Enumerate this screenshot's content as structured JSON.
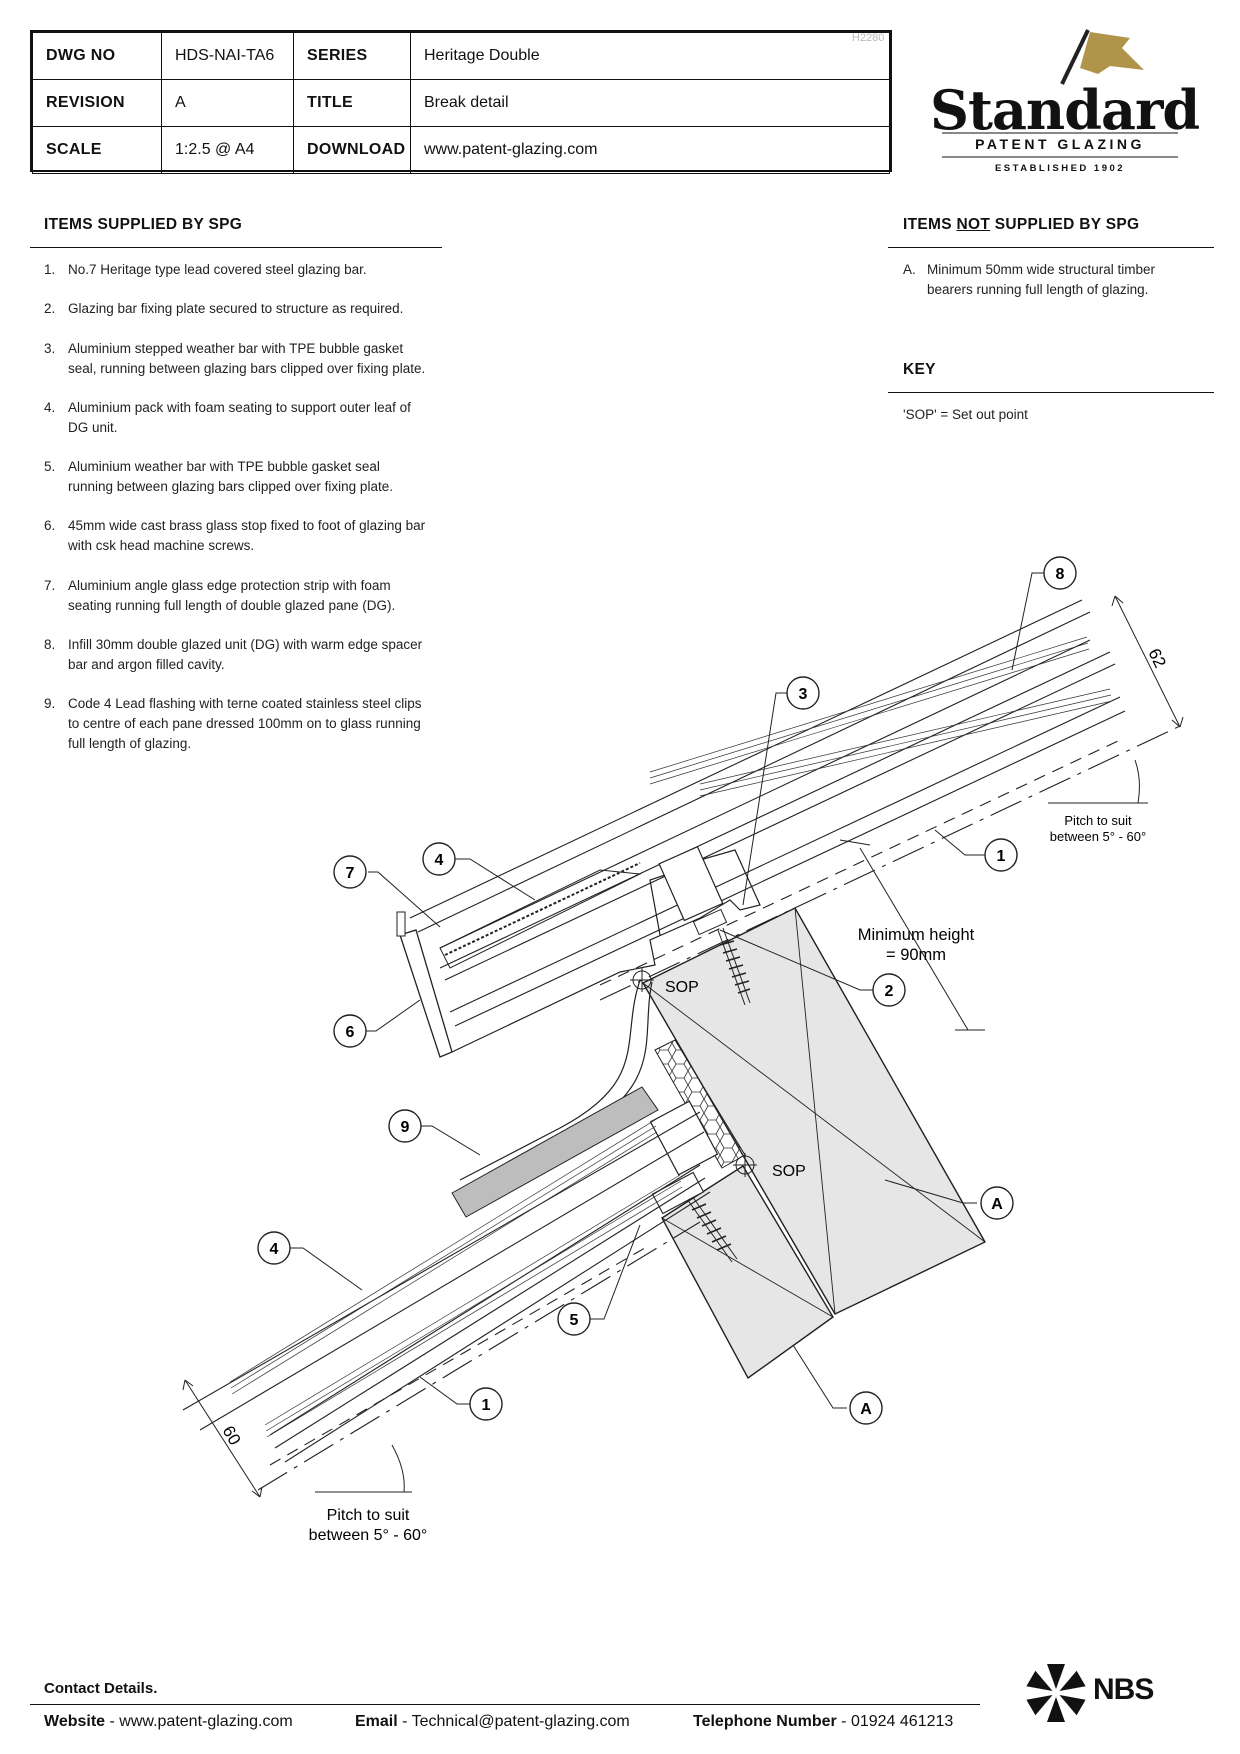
{
  "title_block": {
    "ref": "H2280",
    "rows": [
      {
        "k1": "DWG NO",
        "v1": "HDS-NAI-TA6",
        "k2": "SERIES",
        "v2": "Heritage Double"
      },
      {
        "k1": "REVISION",
        "v1": "A",
        "k2": "TITLE",
        "v2": "Break detail"
      },
      {
        "k1": "SCALE",
        "v1": "1:2.5 @ A4",
        "k2": "DOWNLOAD",
        "v2": "www.patent-glazing.com"
      }
    ]
  },
  "logo": {
    "word": "Standard",
    "sub": "PATENT GLAZING",
    "est": "ESTABLISHED 1902",
    "flag_color": "#b09449"
  },
  "supplied": {
    "heading": "ITEMS SUPPLIED BY SPG",
    "items": [
      {
        "n": "1.",
        "text": "No.7 Heritage type lead covered steel glazing bar."
      },
      {
        "n": "2.",
        "text": "Glazing bar fixing plate secured to structure as required."
      },
      {
        "n": "3.",
        "text": "Aluminium stepped weather bar with TPE bubble gasket seal, running between glazing bars clipped over fixing plate."
      },
      {
        "n": "4.",
        "text": "Aluminium pack with foam seating to support outer leaf of DG unit."
      },
      {
        "n": "5.",
        "text": "Aluminium weather bar with TPE bubble gasket seal running between glazing bars clipped over fixing plate."
      },
      {
        "n": "6.",
        "text": "45mm wide cast brass glass stop fixed to foot of glazing bar with csk head machine screws."
      },
      {
        "n": "7.",
        "text": "Aluminium angle glass edge protection strip with foam seating running full length of double glazed pane (DG)."
      },
      {
        "n": "8.",
        "text": "Infill 30mm double glazed unit (DG) with warm edge spacer bar and argon filled cavity."
      },
      {
        "n": "9.",
        "text": "Code 4 Lead flashing with terne coated stainless steel clips to centre of each pane dressed 100mm on to glass running full length of glazing."
      }
    ]
  },
  "not_supplied": {
    "heading_pre": "ITEMS ",
    "heading_not": "NOT",
    "heading_post": " SUPPLIED BY SPG",
    "items": [
      {
        "n": "A.",
        "text": "Minimum 50mm wide structural timber bearers running full length of glazing."
      }
    ]
  },
  "key": {
    "heading": "KEY",
    "text": "'SOP' = Set out point"
  },
  "drawing": {
    "callouts": {
      "c8": "8",
      "c3": "3",
      "c1a": "1",
      "c7": "7",
      "c4a": "4",
      "c2": "2",
      "c6": "6",
      "c9": "9",
      "cA1": "A",
      "c4b": "4",
      "c5": "5",
      "c1b": "1",
      "cA2": "A"
    },
    "dim_top": "62",
    "dim_bottom": "60",
    "pitch_top_1": "Pitch to suit",
    "pitch_top_2": "between 5° - 60°",
    "pitch_bottom_1": "Pitch to suit",
    "pitch_bottom_2": "between 5° - 60°",
    "min_height_1": "Minimum height",
    "min_height_2": "= 90mm",
    "sop": "SOP"
  },
  "footer": {
    "contact_title": "Contact Details.",
    "website_label": "Website",
    "website_value": "www.patent-glazing.com",
    "email_label": "Email",
    "email_value": "Technical@patent-glazing.com",
    "phone_label": "Telephone Number",
    "phone_value": "01924 461213",
    "sep": "-",
    "nbs": "NBS"
  }
}
